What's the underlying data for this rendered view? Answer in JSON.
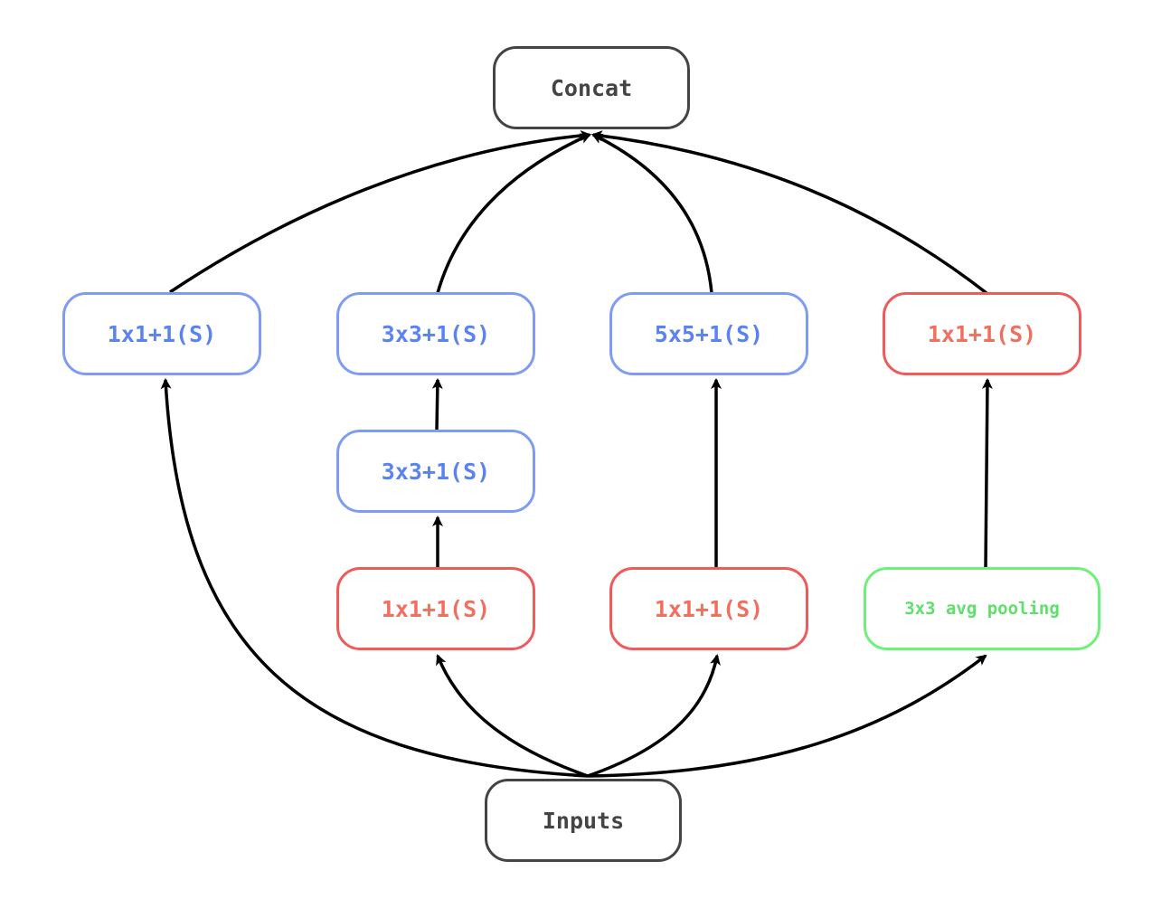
{
  "nodes": {
    "concat": "Concat",
    "inputs": "Inputs",
    "branch1_conv": "1x1+1(S)",
    "branch2_top_conv": "3x3+1(S)",
    "branch2_mid_conv": "3x3+1(S)",
    "branch2_reduce": "1x1+1(S)",
    "branch3_conv": "5x5+1(S)",
    "branch3_reduce": "1x1+1(S)",
    "branch4_conv": "1x1+1(S)",
    "branch4_pool": "3x3 avg pooling"
  },
  "colors": {
    "io": "#444444",
    "conv": "#5a82f0",
    "reduce": "#f07060",
    "pool": "#5ee06a",
    "edge": "#000000"
  }
}
